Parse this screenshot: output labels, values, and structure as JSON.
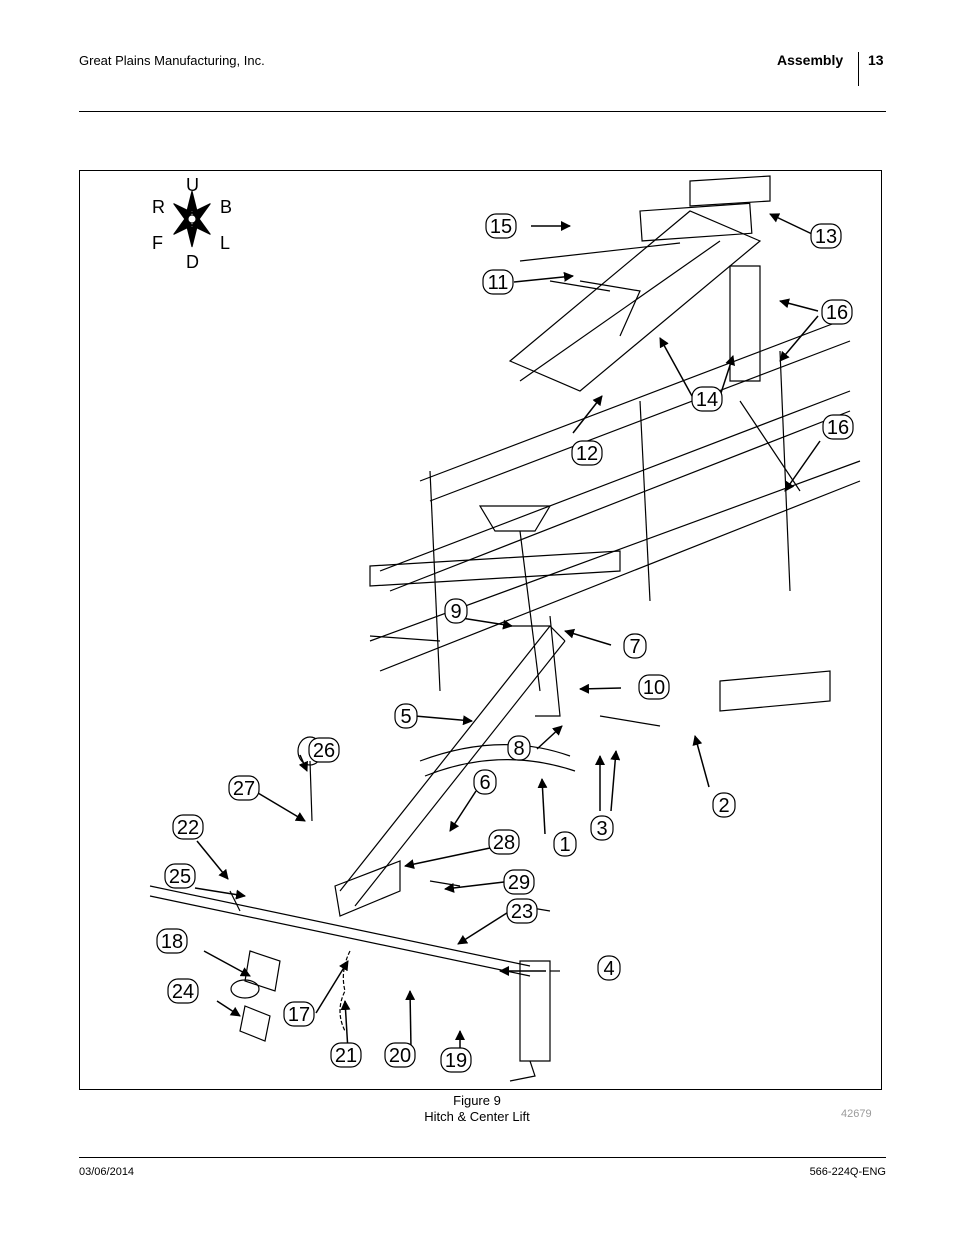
{
  "header": {
    "company": "Great Plains Manufacturing, Inc.",
    "section": "Assembly",
    "page_number": "13"
  },
  "compass": {
    "up": "U",
    "down": "D",
    "rear": "R",
    "back": "B",
    "front": "F",
    "left": "L"
  },
  "callouts": [
    "1",
    "2",
    "3",
    "4",
    "5",
    "6",
    "7",
    "8",
    "9",
    "10",
    "11",
    "12",
    "13",
    "14",
    "15",
    "16",
    "16",
    "17",
    "18",
    "19",
    "20",
    "21",
    "22",
    "23",
    "24",
    "25",
    "26",
    "27",
    "28",
    "29"
  ],
  "caption": {
    "figure": "Figure 9",
    "title": "Hitch & Center Lift",
    "image_code": "42679"
  },
  "footer": {
    "date": "03/06/2014",
    "doc_number": "566-224Q-ENG"
  }
}
